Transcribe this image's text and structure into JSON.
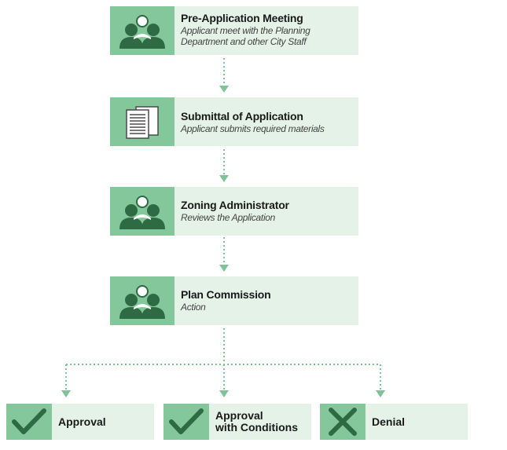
{
  "steps": [
    {
      "title": "Pre-Application Meeting",
      "desc1": "Applicant meet with the Planning",
      "desc2": "Department and other City Staff",
      "icon": "people-icon"
    },
    {
      "title": "Submittal of Application",
      "desc1": "Applicant submits required materials",
      "icon": "documents-icon"
    },
    {
      "title": "Zoning Administrator",
      "desc1": "Reviews the Application",
      "icon": "people-icon"
    },
    {
      "title": "Plan Commission",
      "desc1": "Action",
      "icon": "people-icon"
    }
  ],
  "outcomes": [
    {
      "label1": "Approval",
      "icon": "checkmark-icon"
    },
    {
      "label1": "Approval",
      "label2": "with Conditions",
      "icon": "checkmark-icon"
    },
    {
      "label1": "Denial",
      "icon": "x-icon"
    }
  ],
  "colors": {
    "accent": "#84c79b",
    "panel": "#e4f2e8",
    "connector": "#7cc496"
  }
}
